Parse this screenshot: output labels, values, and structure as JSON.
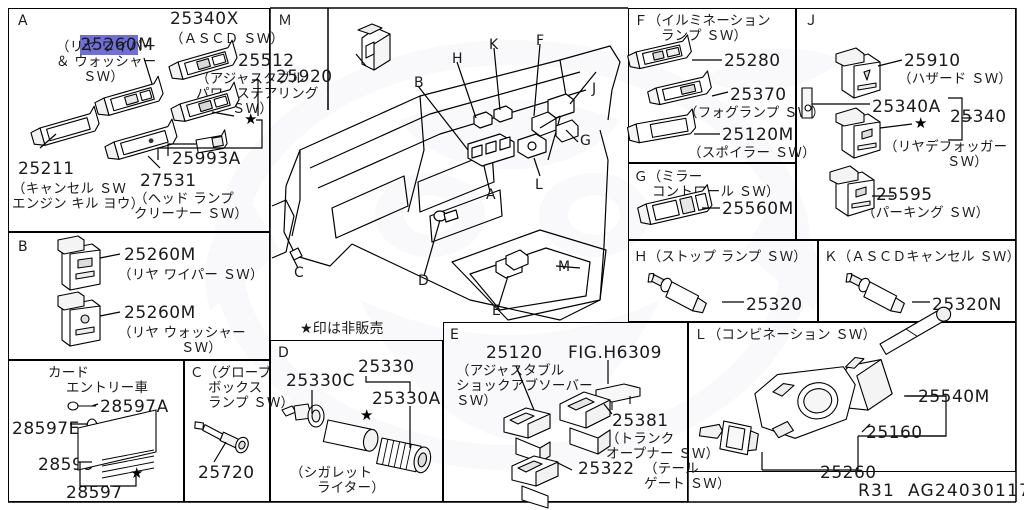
{
  "meta": {
    "footer_code": "R31",
    "footer_id": "AG24030117",
    "note_star": "★印は非販売",
    "highlight_color": "#6f6fd6",
    "highlighted_part": "25260"
  },
  "panels": {
    "A": {
      "letter": "A",
      "parts": [
        {
          "number": "25260M",
          "desc": "（リヤ ワイパー\n＆ ウォッシャー\n      ＳＷ）",
          "highlight": true
        },
        {
          "number": "25340X",
          "desc": "（ＡＳＣＤ ＳＷ）"
        },
        {
          "number": "25512",
          "desc": "（アジャスタブル\nパワーステアリング\n        ＳＷ）"
        },
        {
          "number": "25993A",
          "desc": ""
        },
        {
          "number": "25211",
          "desc": "（キャンセル ＳＷ\nエンジン キル ヨウ）"
        },
        {
          "number": "27531",
          "desc": "（ヘッド ランプ\nクリーナー ＳＷ）"
        }
      ]
    },
    "B": {
      "letter": "B",
      "parts": [
        {
          "number": "25260M",
          "desc": "（リヤ ワイパー ＳＷ）"
        },
        {
          "number": "25260M",
          "desc": "（リヤ ウォッシャー\n              ＳＷ）"
        }
      ]
    },
    "card": {
      "title": "カード\n    エントリー車",
      "parts": [
        {
          "number": "28597A"
        },
        {
          "number": "28597E"
        },
        {
          "number": "28599"
        },
        {
          "number": "28597"
        }
      ]
    },
    "C": {
      "title": "Ｃ（グローブ\n    ボックス\n    ランプ ＳＷ）",
      "parts": [
        {
          "number": "25720"
        }
      ]
    },
    "D": {
      "letter": "D",
      "parts": [
        {
          "number": "25330"
        },
        {
          "number": "25330C"
        },
        {
          "number": "25330A"
        }
      ],
      "desc": "（シガレット\n      ライター）"
    },
    "E": {
      "letter": "E",
      "parts": [
        {
          "number": "25120",
          "desc": "（アジャスタブル\nショックアブソーバー\nＳＷ）"
        },
        {
          "number": "FIG.H6309",
          "desc": ""
        },
        {
          "number": "25381",
          "desc": "（トランク\nオープナー ＳＷ）"
        },
        {
          "number": "25322",
          "desc": "（テール\nゲート ＳＷ）"
        }
      ]
    },
    "F": {
      "title": "Ｆ（イルミネーション\n      ランプ ＳＷ）",
      "parts": [
        {
          "number": "25280",
          "desc": ""
        },
        {
          "number": "25370",
          "desc": "（フォグランプ ＳＷ）"
        },
        {
          "number": "25120M",
          "desc": "（スポイラー ＳＷ）"
        }
      ]
    },
    "G": {
      "title": "Ｇ（ミラー\n    コントロール ＳＷ）",
      "parts": [
        {
          "number": "25560M"
        }
      ]
    },
    "H": {
      "title": "Ｈ（ストップ ランプ ＳＷ）",
      "parts": [
        {
          "number": "25320"
        }
      ]
    },
    "J": {
      "letter": "Ｊ",
      "parts": [
        {
          "number": "25910",
          "desc": "（ハザード ＳＷ）"
        },
        {
          "number": "25340A",
          "desc": ""
        },
        {
          "number": "25340",
          "desc": "（リヤデフォッガー\n              ＳＷ）"
        },
        {
          "number": "25595",
          "desc": "（パーキング ＳＷ）"
        }
      ]
    },
    "K": {
      "title": "Ｋ（ＡＳＣＤキャンセル ＳＷ）",
      "parts": [
        {
          "number": "25320N"
        }
      ]
    },
    "L": {
      "title": "Ｌ（コンビネーション ＳＷ）",
      "parts": [
        {
          "number": "25540M"
        },
        {
          "number": "25160"
        },
        {
          "number": "25260"
        }
      ]
    },
    "M": {
      "letter": "Ｍ",
      "parts": [
        {
          "number": "25920"
        }
      ]
    }
  },
  "dash_callouts": [
    {
      "label": "B"
    },
    {
      "label": "H"
    },
    {
      "label": "K"
    },
    {
      "label": "F"
    },
    {
      "label": "J"
    },
    {
      "label": "G"
    },
    {
      "label": "L"
    },
    {
      "label": "A"
    },
    {
      "label": "C"
    },
    {
      "label": "D"
    },
    {
      "label": "E"
    },
    {
      "label": "M"
    }
  ]
}
